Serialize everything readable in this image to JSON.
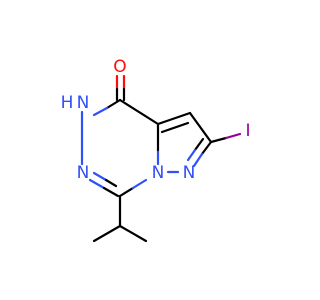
{
  "molecule": {
    "atoms": {
      "oxygen": {
        "label": "O",
        "color": "#ff0d0d"
      },
      "nh": {
        "label": "H",
        "n_label": "N",
        "color": "#3050f8"
      },
      "n_ring_left": {
        "label": "N",
        "color": "#3050f8"
      },
      "n_bridge": {
        "label": "N",
        "color": "#3050f8"
      },
      "n_pyrazole": {
        "label": "N",
        "color": "#3050f8"
      },
      "iodine": {
        "label": "I",
        "color": "#940094"
      }
    }
  }
}
